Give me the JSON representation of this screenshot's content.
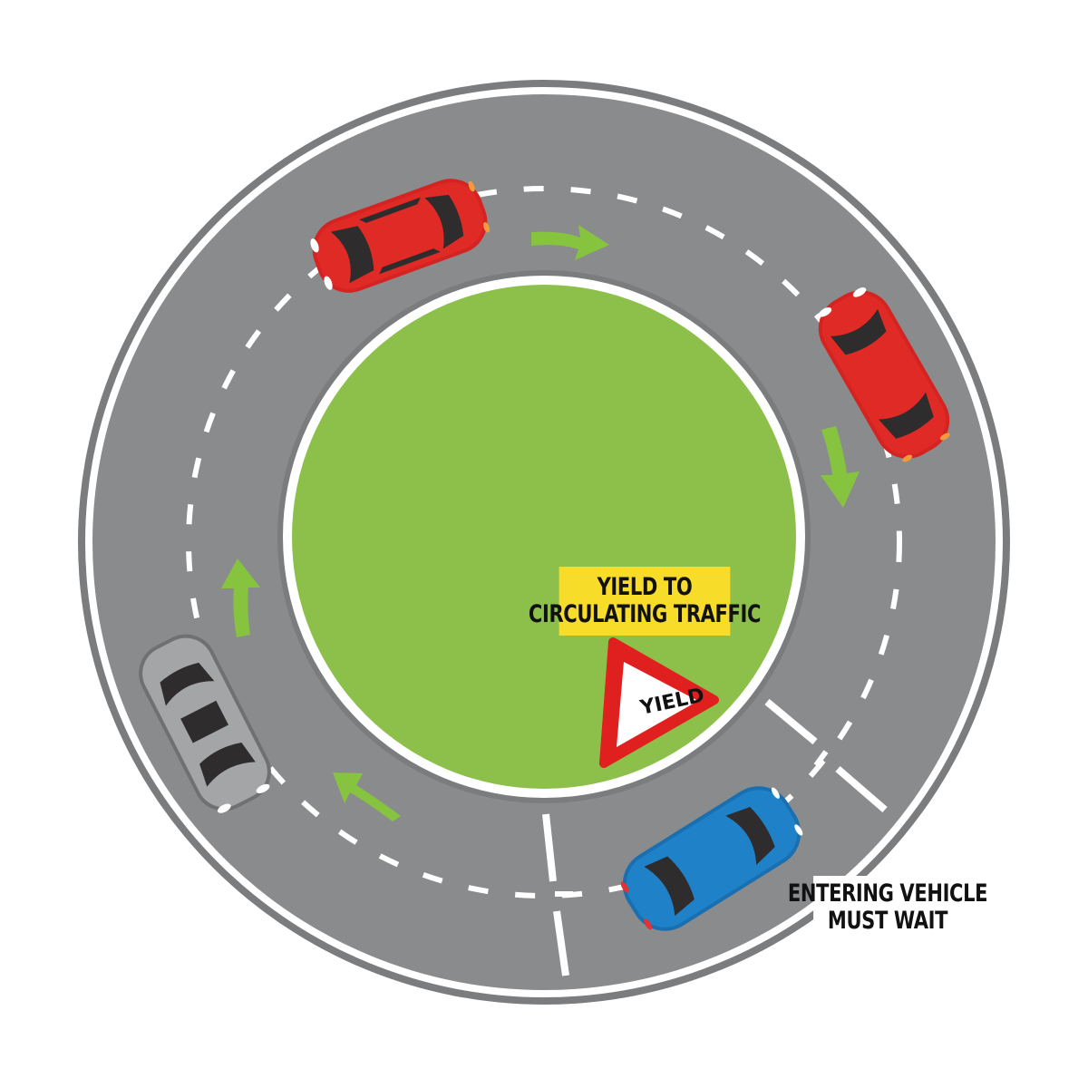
{
  "diagram": {
    "type": "roundabout-yield-illustration",
    "colors": {
      "background": "#ffffff",
      "road": "#8a8b8d",
      "road_edge": "#7b7c7e",
      "lane_marking": "#ffffff",
      "island": "#8dc04a",
      "flow_arrow": "#86c440",
      "banner": "#f7dc2a",
      "sign_border": "#e0201e",
      "car_red": "#e02a26",
      "car_blue": "#1f82c8",
      "car_silver": "#9d9ea0",
      "glass": "#2e2c2d"
    },
    "banner": {
      "line1": "YIELD TO",
      "line2": "CIRCULATING TRAFFIC"
    },
    "yield_sign": {
      "text": "YIELD",
      "icon": "yield-triangle-sign"
    },
    "callout": {
      "line1": "ENTERING VEHICLE",
      "line2": "MUST WAIT"
    },
    "vehicles": [
      {
        "id": "car-top",
        "color": "red",
        "role": "circulating"
      },
      {
        "id": "car-right",
        "color": "red",
        "role": "circulating"
      },
      {
        "id": "car-left",
        "color": "silver",
        "role": "circulating"
      },
      {
        "id": "car-entering",
        "color": "blue",
        "role": "entering, waiting"
      }
    ],
    "flow_arrows": [
      {
        "id": "arrow-top",
        "direction": "clockwise-right"
      },
      {
        "id": "arrow-right",
        "direction": "clockwise-down"
      },
      {
        "id": "arrow-left",
        "direction": "up"
      },
      {
        "id": "arrow-bottom-left",
        "direction": "up-left"
      }
    ]
  }
}
